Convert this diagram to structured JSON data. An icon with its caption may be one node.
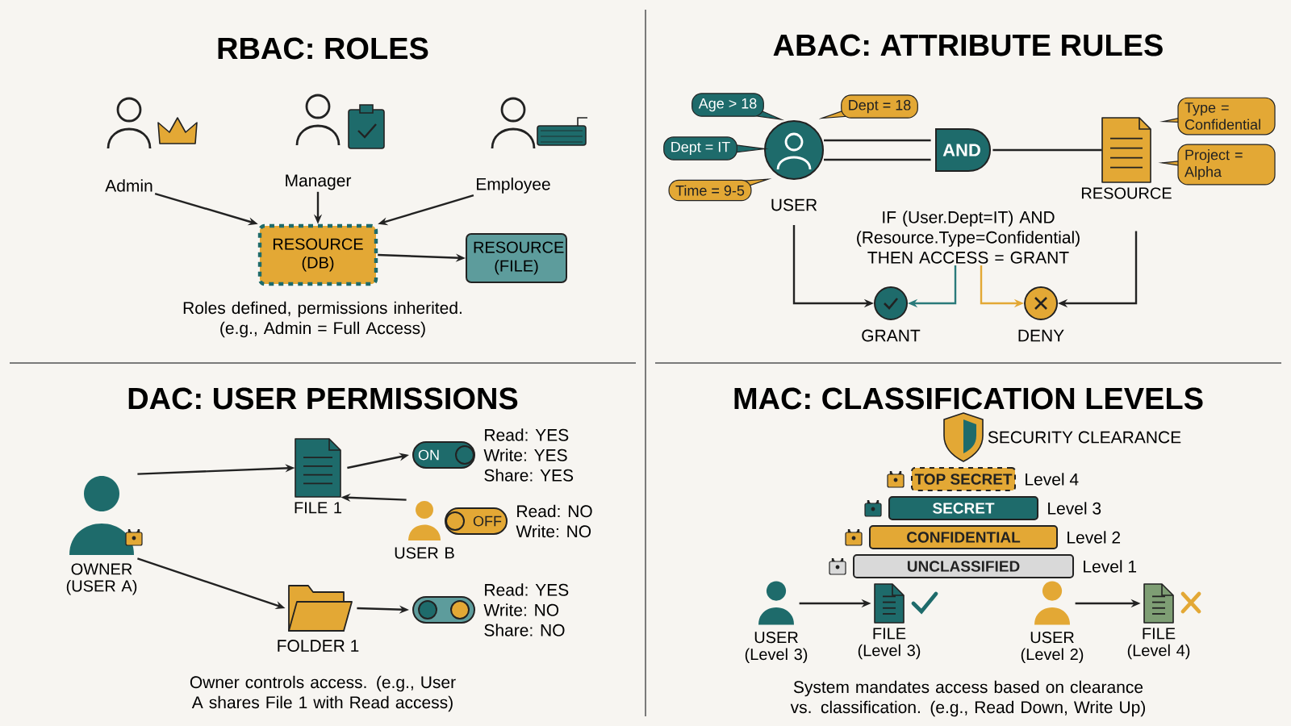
{
  "diagram": {
    "nodes": [
      {
        "text": [
          "Admin"
        ]
      },
      {
        "text": [
          "Manager"
        ]
      },
      {
        "text": [
          "Employee"
        ]
      },
      {
        "text": [
          "RESOURCE (DB)"
        ]
      },
      {
        "text": [
          "RESOURCE (FILE)"
        ]
      },
      {
        "text": [
          "USER"
        ]
      },
      {
        "text": [
          "Age > 18"
        ]
      },
      {
        "text": [
          "Dept = IT"
        ]
      },
      {
        "text": [
          "Time = 9-5"
        ]
      },
      {
        "text": [
          "Dept = 18"
        ]
      },
      {
        "text": [
          "AND"
        ]
      },
      {
        "text": [
          "RESOURCE"
        ]
      },
      {
        "text": [
          "Type = Confidential"
        ]
      },
      {
        "text": [
          "Project = Alpha"
        ]
      },
      {
        "text": [
          "GRANT"
        ]
      },
      {
        "text": [
          "DENY"
        ]
      },
      {
        "text": [
          "IF (User.Dept=IT) AND (Resource.Type=Confidential) THEN ACCESS = GRANT"
        ]
      },
      {
        "text": [
          "OWNER (USER A)"
        ]
      },
      {
        "text": [
          "FILE 1"
        ]
      },
      {
        "text": [
          "ON"
        ],
        "beside": [
          "Read: YES",
          "Write: YES",
          "Share: YES"
        ]
      },
      {
        "text": [
          "USER B"
        ]
      },
      {
        "text": [
          "OFF"
        ],
        "beside": [
          "Read: NO",
          "Write: NO"
        ]
      },
      {
        "text": [
          "FOLDER 1"
        ]
      },
      {
        "text": [],
        "shape": "toggle",
        "beside": [
          "Read: YES",
          "Write: NO",
          "Share: NO"
        ]
      },
      {
        "text": [
          "TOP SECRET"
        ],
        "beside": [
          "Level 4"
        ]
      },
      {
        "text": [
          "SECRET"
        ],
        "beside": [
          "Level 3"
        ]
      },
      {
        "text": [
          "CONFIDENTIAL"
        ],
        "beside": [
          "Level 2"
        ]
      },
      {
        "text": [
          "UNCLASSIFIED"
        ],
        "beside": [
          "Level 1"
        ]
      },
      {
        "text": [
          "USER (Level 3)"
        ]
      },
      {
        "text": [
          "FILE (Level 3)"
        ]
      },
      {
        "text": [
          "USER (Level 2)"
        ]
      },
      {
        "text": [
          "FILE (Level 4)"
        ]
      }
    ],
    "edges": [
      {
        "from": 0,
        "to": 3,
        "arrow": "to"
      },
      {
        "from": 1,
        "to": 3,
        "arrow": "to"
      },
      {
        "from": 2,
        "to": 3,
        "arrow": "to"
      },
      {
        "from": 3,
        "to": 4,
        "arrow": "to"
      },
      {
        "from": 5,
        "to": 10,
        "arrow": "none"
      },
      {
        "from": 5,
        "to": 10,
        "arrow": "none"
      },
      {
        "from": 10,
        "to": 11,
        "arrow": "none"
      },
      {
        "from": 5,
        "to": 14,
        "arrow": "to"
      },
      {
        "from": 11,
        "to": 15,
        "arrow": "to"
      },
      {
        "from": 16,
        "to": 14,
        "arrow": "to",
        "color": "#2a7a7a"
      },
      {
        "from": 16,
        "to": 15,
        "arrow": "to",
        "color": "#e3a835"
      },
      {
        "from": 17,
        "to": 18,
        "arrow": "to"
      },
      {
        "from": 17,
        "to": 22,
        "arrow": "to"
      },
      {
        "from": 18,
        "to": 19,
        "arrow": "to"
      },
      {
        "from": 20,
        "to": 18,
        "arrow": "to"
      },
      {
        "from": 22,
        "to": 23,
        "arrow": "to"
      },
      {
        "from": 28,
        "to": 29,
        "arrow": "to"
      },
      {
        "from": 30,
        "to": 31,
        "arrow": "to"
      }
    ],
    "labels": [
      "RBAC: ROLES",
      "Roles defined, permissions inherited. (e.g., Admin = Full Access)",
      "ABAC: ATTRIBUTE RULES",
      "DAC: USER PERMISSIONS",
      "Owner controls access. (e.g., User A shares File 1 with Read access)",
      "MAC: CLASSIFICATION LEVELS",
      "SECURITY CLEARANCE",
      "System mandates access based on clearance vs. classification. (e.g., Read Down, Write Up)"
    ]
  }
}
